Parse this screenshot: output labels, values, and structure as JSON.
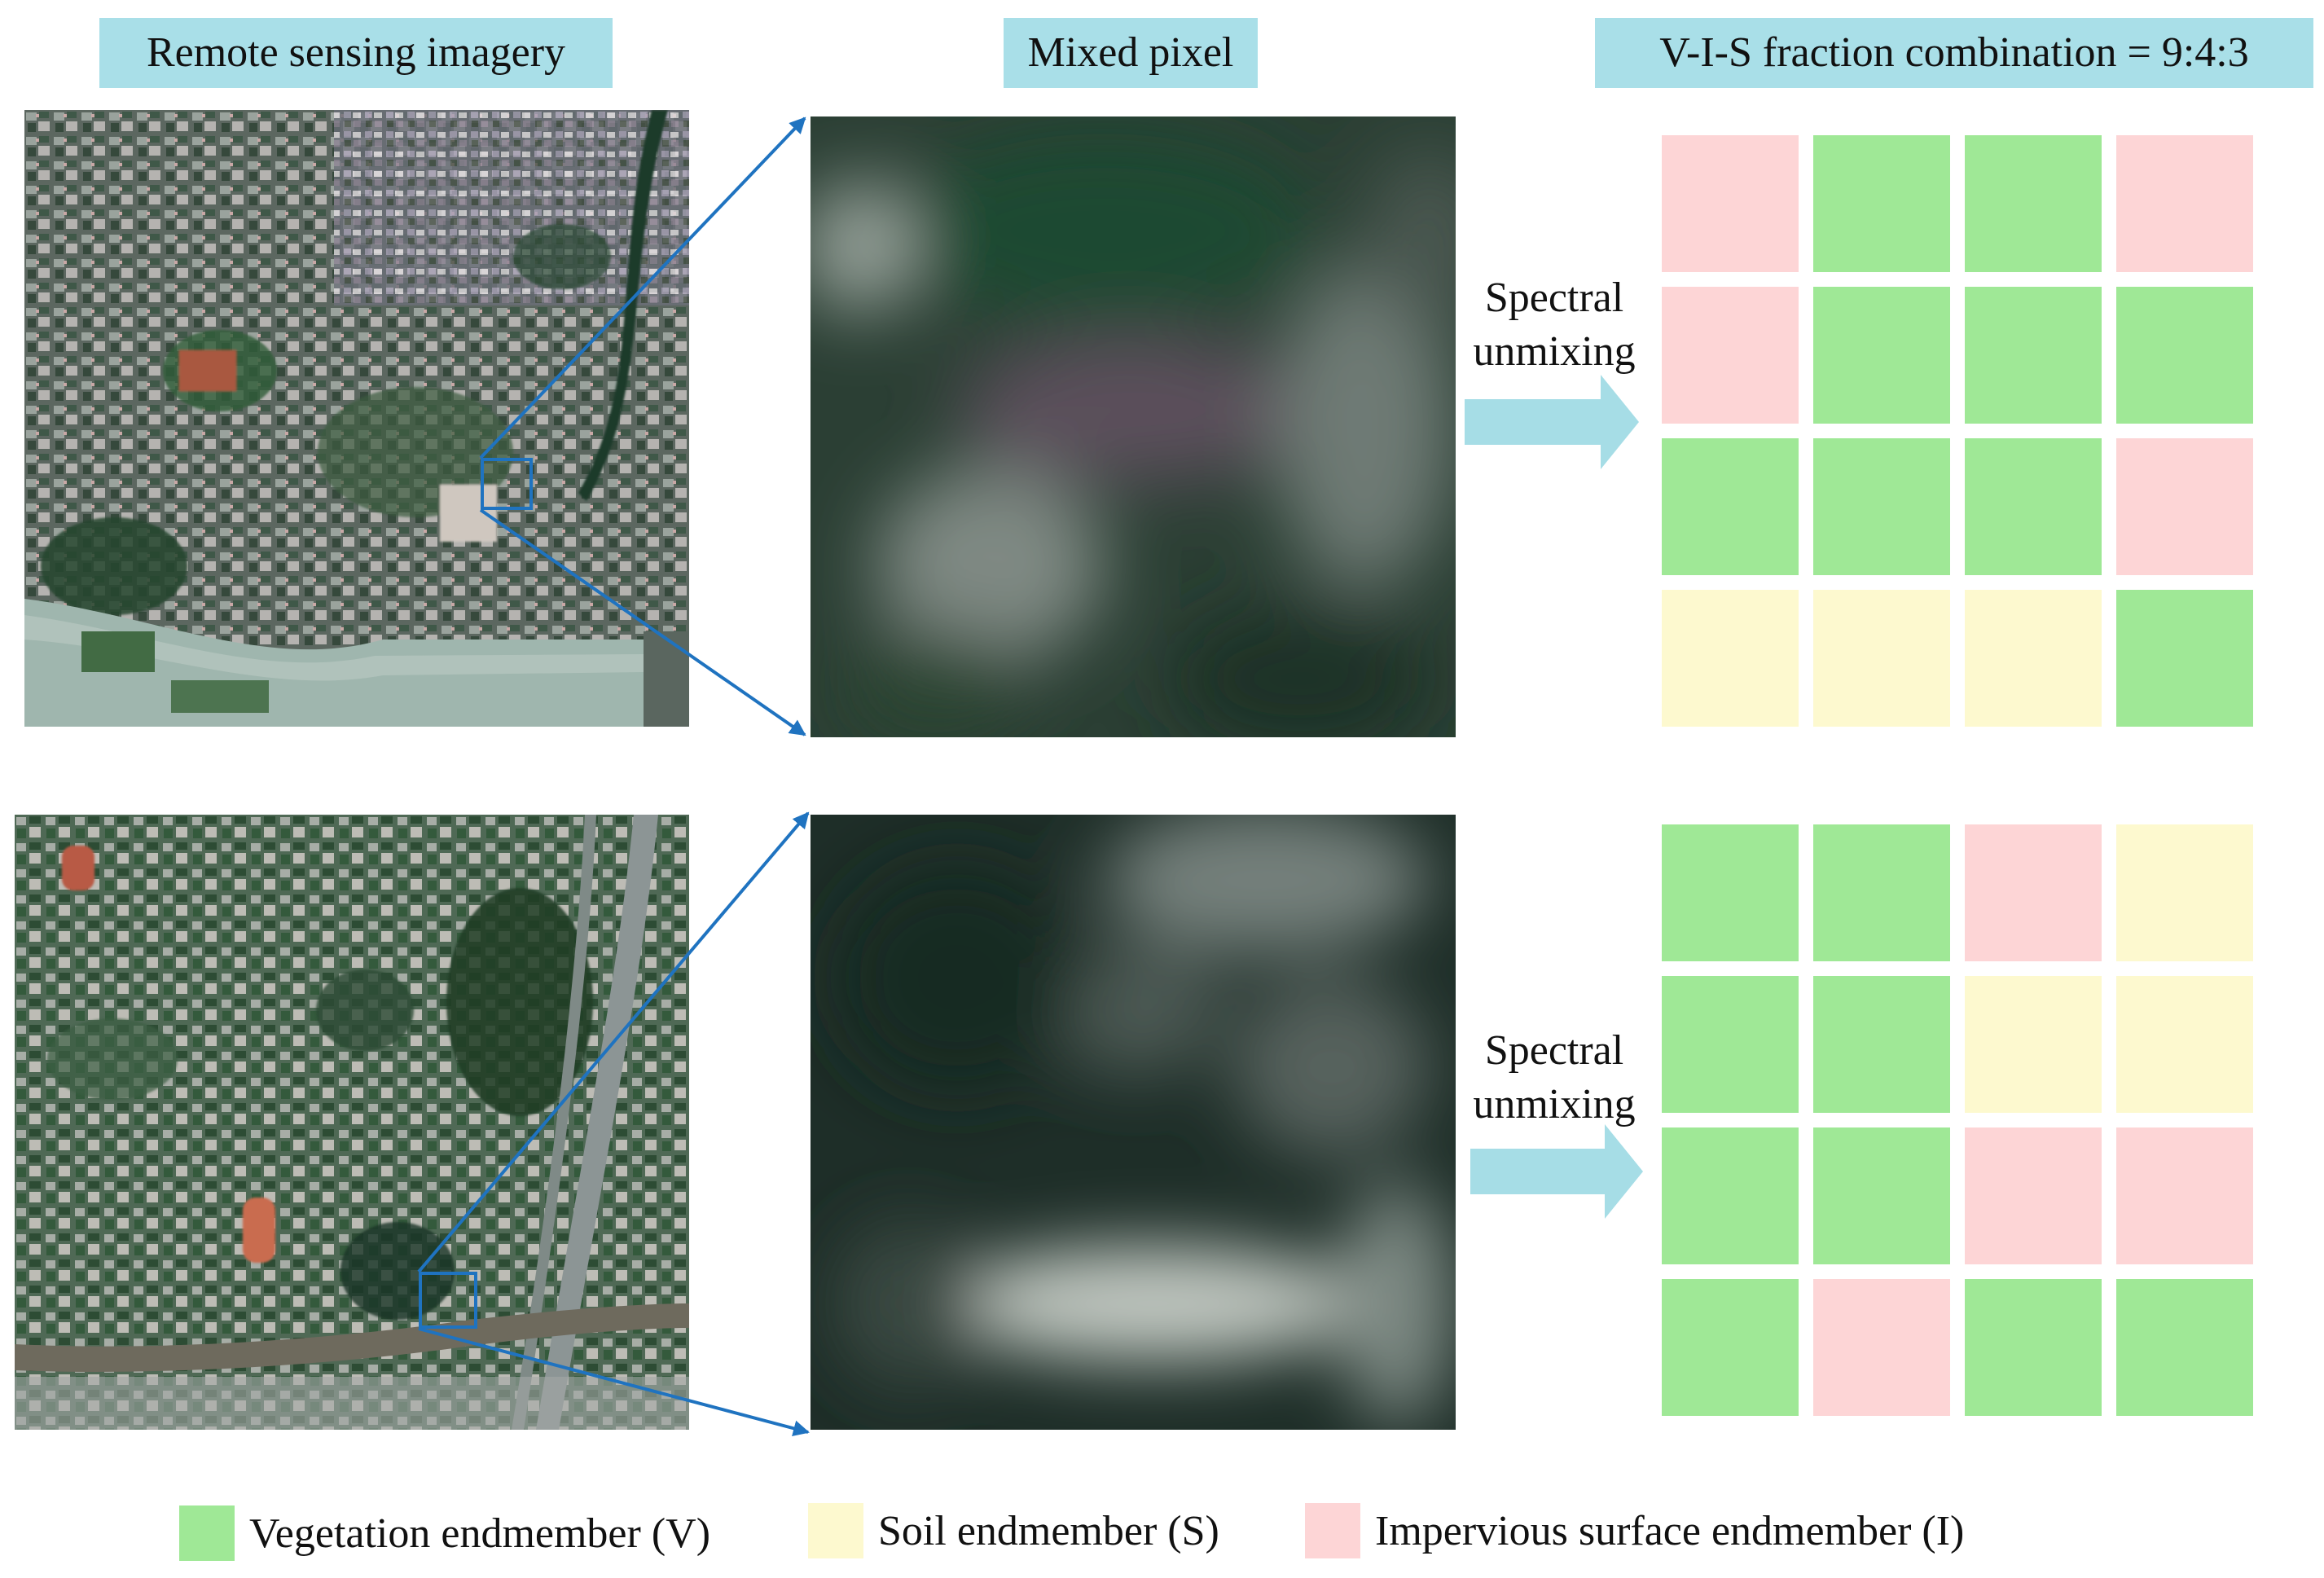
{
  "headers": {
    "imagery": "Remote sensing imagery",
    "mixed_pixel": "Mixed pixel",
    "fraction": "V-I-S fraction combination = 9:4:3"
  },
  "process_label": {
    "line1": "Spectral",
    "line2": "unmixing"
  },
  "colors": {
    "vegetation": "#9fe896",
    "soil": "#fdf9cf",
    "impervious": "#fdd5d6",
    "header_bg": "#a9dfe8",
    "zoom_line": "#1f73c0",
    "process_arrow": "#a6dde6"
  },
  "grids": [
    {
      "cells": [
        "I",
        "V",
        "V",
        "I",
        "I",
        "V",
        "V",
        "V",
        "V",
        "V",
        "V",
        "I",
        "S",
        "S",
        "S",
        "V"
      ]
    },
    {
      "cells": [
        "V",
        "V",
        "I",
        "S",
        "V",
        "V",
        "S",
        "S",
        "V",
        "V",
        "I",
        "I",
        "V",
        "I",
        "V",
        "V"
      ]
    }
  ],
  "legend": [
    {
      "key": "V",
      "label": "Vegetation endmember (V)"
    },
    {
      "key": "S",
      "label": "Soil endmember (S)"
    },
    {
      "key": "I",
      "label": "Impervious surface endmember (I)"
    }
  ]
}
